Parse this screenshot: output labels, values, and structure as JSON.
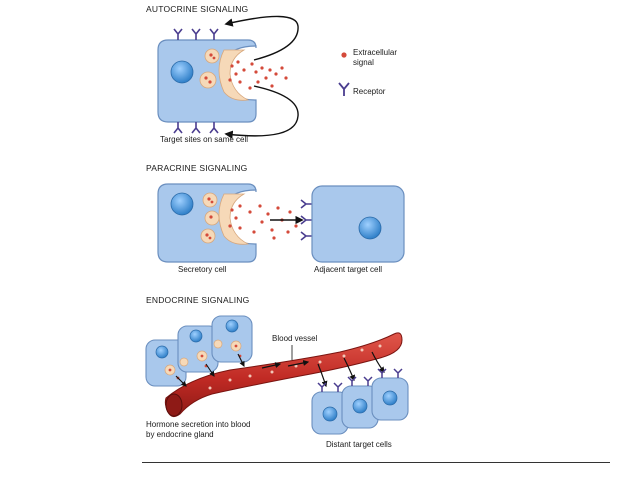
{
  "sections": {
    "autocrine": {
      "heading": "AUTOCRINE SIGNALING",
      "caption": "Target sites on same cell"
    },
    "paracrine": {
      "heading": "PARACRINE SIGNALING",
      "left_caption": "Secretory cell",
      "right_caption": "Adjacent target cell"
    },
    "endocrine": {
      "heading": "ENDOCRINE SIGNALING",
      "vessel_label": "Blood vessel",
      "secretion_caption": "Hormone secretion into blood by endocrine gland",
      "target_caption": "Distant target cells"
    }
  },
  "legend": {
    "signal": "Extracellular signal",
    "receptor": "Receptor"
  },
  "colors": {
    "cell_fill": "#a9c8ec",
    "cell_stroke": "#6b8fbf",
    "nucleus": "#3f8fd6",
    "signal_dot": "#d44a3a",
    "receptor": "#4a3d8f",
    "vesicle": "#f6d9b8",
    "vessel": "#c8302a"
  }
}
